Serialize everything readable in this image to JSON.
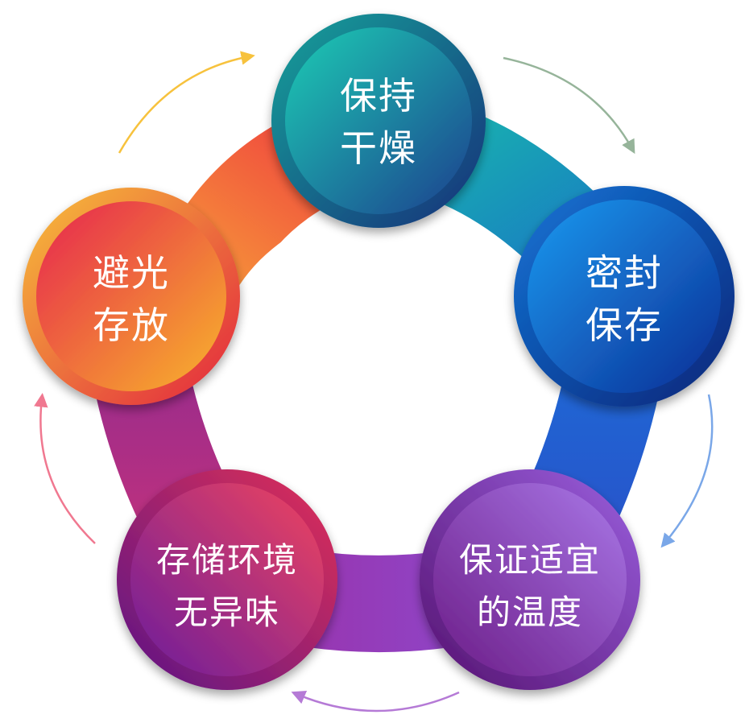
{
  "diagram": {
    "nodes": [
      {
        "id": "keep-dry",
        "lines": [
          "保持",
          "干燥"
        ],
        "color_from": "#19c2b0",
        "color_to": "#1b3e8c"
      },
      {
        "id": "sealed-storage",
        "lines": [
          "密封",
          "保存"
        ],
        "color_from": "#1b8fe8",
        "color_to": "#0a2a8f"
      },
      {
        "id": "proper-temperature",
        "lines": [
          "保证适宜",
          "的温度"
        ],
        "color_from": "#a06ae0",
        "color_to": "#6a1b8a"
      },
      {
        "id": "no-odor",
        "lines": [
          "存储环境",
          "无异味"
        ],
        "color_from": "#ee3d5c",
        "color_to": "#6a1b9a"
      },
      {
        "id": "avoid-light",
        "lines": [
          "避光",
          "存放"
        ],
        "color_from": "#e8204e",
        "color_to": "#f7b52a"
      }
    ],
    "arrow_colors": [
      "#96b49a",
      "#7aa7e8",
      "#b57ad6",
      "#f07890",
      "#f7c23d"
    ]
  }
}
